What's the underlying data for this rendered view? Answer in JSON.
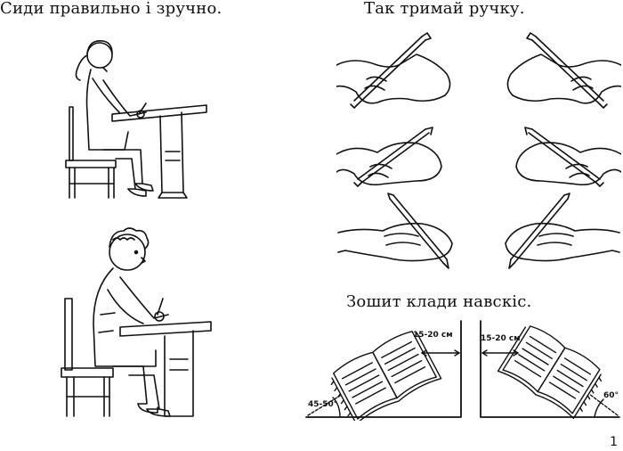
{
  "headings": {
    "sit": "Сиди правильно і зручно.",
    "hold_pen": "Так тримай ручку.",
    "notebook": "Зошит клади навскіс."
  },
  "notebook_left": {
    "distance": "15-20 см",
    "angle": "45-50°"
  },
  "notebook_right": {
    "distance": "15-20 см",
    "angle": "60°"
  },
  "page_number": "1"
}
